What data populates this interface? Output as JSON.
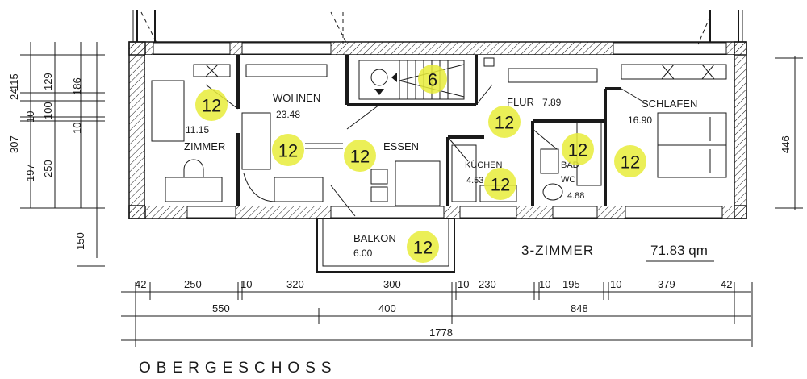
{
  "rooms": {
    "zimmer": {
      "area": "11.15",
      "name": "ZIMMER"
    },
    "wohnen": {
      "name": "WOHNEN",
      "area": "23.48"
    },
    "essen": {
      "name": "ESSEN"
    },
    "flur": {
      "name": "FLUR",
      "area": "7.89"
    },
    "schlafen": {
      "name": "SCHLAFEN",
      "area": "16.90"
    },
    "kuechen": {
      "name": "KÜCHEN",
      "area": "4.53"
    },
    "bad": {
      "name": "BAD",
      "name2": "WC",
      "area": "4.88"
    },
    "balkon": {
      "name": "BALKON",
      "area": "6.00"
    }
  },
  "unit": {
    "type": "3-ZIMMER",
    "area": "71.83 qm"
  },
  "floor": "OBERGESCHOSS",
  "markers": {
    "m12": "12",
    "m6": "6"
  },
  "dims": {
    "bottom_row1": [
      "42",
      "250",
      "10",
      "320",
      "300",
      "10",
      "230",
      "10",
      "195",
      "10",
      "379",
      "42"
    ],
    "bottom_row2": [
      "550",
      "400",
      "848"
    ],
    "bottom_total": "1778",
    "left_outer": [
      "307",
      "24",
      "197",
      "10"
    ],
    "left_mid": [
      "115",
      "129",
      "100",
      "250"
    ],
    "left_inner": [
      "186",
      "10"
    ],
    "left_bottom": "150",
    "right": "446"
  }
}
